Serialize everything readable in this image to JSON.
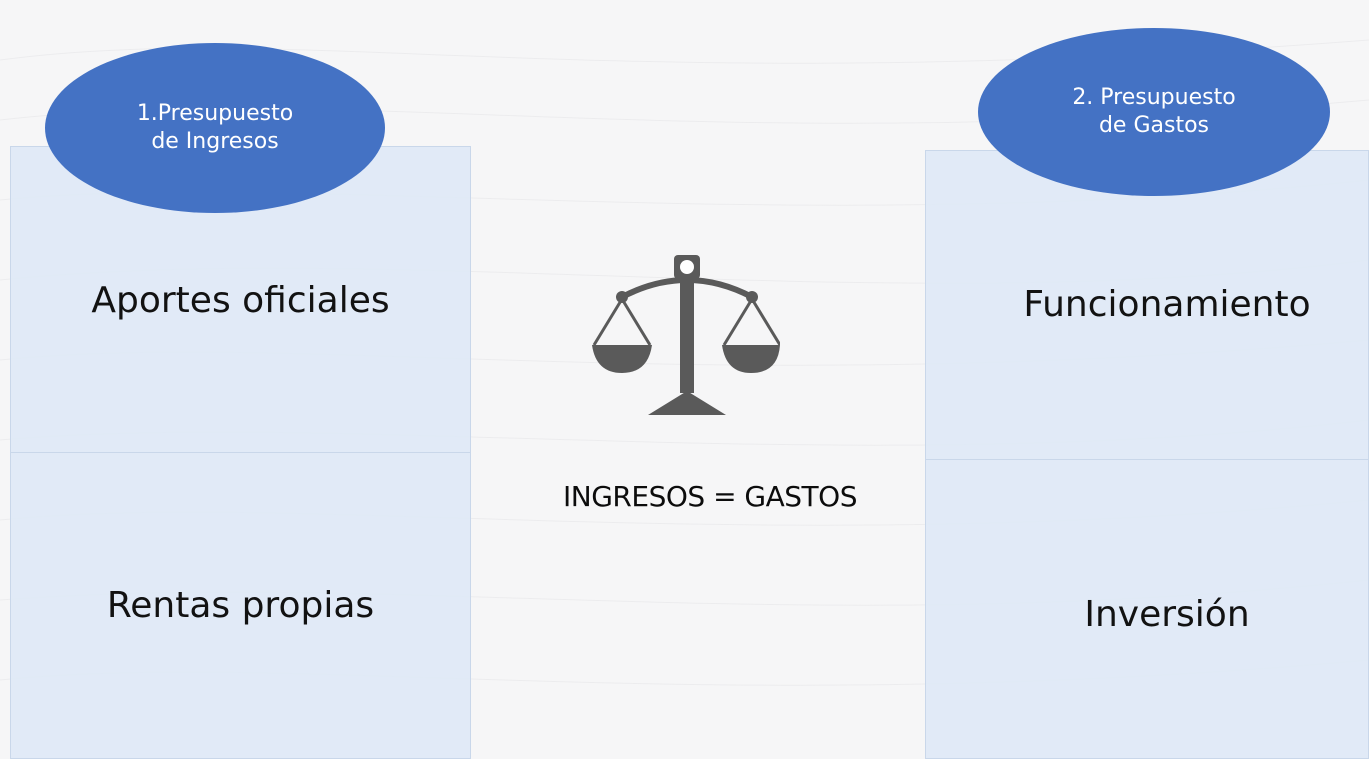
{
  "colors": {
    "ellipse_fill": "#4472c4",
    "box_fill": "#dfe9f6",
    "box_border": "#c9d7ea",
    "icon_color": "#5a5a5a"
  },
  "income": {
    "heading": "1.Presupuesto\nde Ingresos",
    "items": [
      "Aportes oficiales",
      "Rentas propias"
    ]
  },
  "expenses": {
    "heading": "2. Presupuesto\nde Gastos",
    "items": [
      "Funcionamiento",
      "Inversión"
    ]
  },
  "center": {
    "icon": "scale-icon",
    "equation": "INGRESOS = GASTOS"
  }
}
